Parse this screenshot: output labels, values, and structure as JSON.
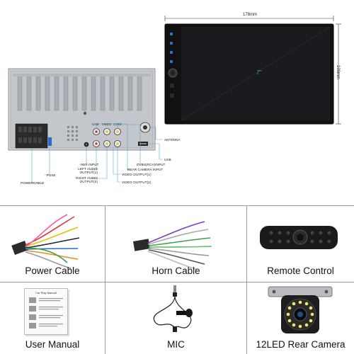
{
  "top": {
    "dimensions": {
      "width": "178mm",
      "height": "100mm",
      "screen_size": "7\""
    },
    "callouts": {
      "power_cable": "POWERCABLE",
      "fuse": "FUSE",
      "aux_input": "AUX INPUT",
      "left_audio_output": "LEFT AUDIO OUTPUT(1)",
      "right_audio_output": "RIGHT AUDIO OUTPUT(2)",
      "rear_camera_input": "REAR CAMERA INPUT",
      "video_output_1": "VIDEO OUTPUT(1)",
      "video_output_2": "VIDEO OUTPUT(2)",
      "cvbs_rca_input": "CVBS(RCA)INPUT",
      "usb": "USB",
      "antenna": "ANTENNA",
      "jack_labels": [
        "CAM",
        "VIDEO",
        "CVBS"
      ]
    }
  },
  "accessories": [
    {
      "label": "Power Cable"
    },
    {
      "label": "Horn Cable"
    },
    {
      "label": "Remote Control"
    },
    {
      "label": "User Manual"
    },
    {
      "label": "MIC"
    },
    {
      "label": "12LED Rear Camera"
    }
  ],
  "manual": {
    "title": "Car Play Manual"
  },
  "colors": {
    "grid_line": "#9a9a9a",
    "callout_line": "#5aa9d6",
    "screen": "#1b1b1f"
  }
}
